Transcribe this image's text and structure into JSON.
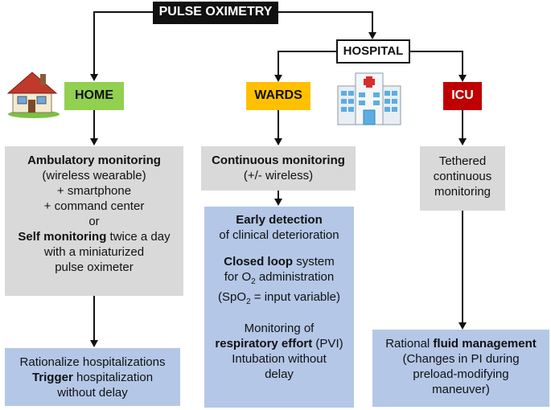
{
  "title": "PULSE OXIMETRY",
  "hospital": "HOSPITAL",
  "tags": {
    "home": {
      "label": "HOME",
      "color": "#92d050"
    },
    "wards": {
      "label": "WARDS",
      "color": "#ffc000"
    },
    "icu": {
      "label": "ICU",
      "color": "#c00000",
      "text_color": "#ffffff"
    }
  },
  "home_monitoring": {
    "l1_bold": "Ambulatory monitoring",
    "l2": "(wireless wearable)",
    "l3": "+ smartphone",
    "l4": "+ command center",
    "l5": "or",
    "l6_bold": "Self monitoring",
    "l6_rest": " twice a day",
    "l7": "with a miniaturized",
    "l8": "pulse oximeter"
  },
  "home_outcome": {
    "l1": "Rationalize hospitalizations",
    "l2_bold": "Trigger",
    "l2_rest": " hospitalization",
    "l3": "without delay"
  },
  "wards_monitoring": {
    "l1_bold": "Continuous monitoring",
    "l2": "(+/- wireless)"
  },
  "wards_outcome": {
    "l1_bold": "Early detection",
    "l2": "of clinical deterioration",
    "l3_bold": "Closed loop",
    "l3_rest": " system",
    "l4_a": "for O",
    "l4_sub": "2",
    "l4_b": " administration",
    "l5_a": "(SpO",
    "l5_sub": "2",
    "l5_b": " = input variable)",
    "l6": "Monitoring of",
    "l7_bold": "respiratory effort",
    "l7_rest": " (PVI)",
    "l8": "Intubation without",
    "l9": "delay"
  },
  "icu_monitoring": {
    "l1": "Tethered",
    "l2": "continuous",
    "l3": "monitoring"
  },
  "icu_outcome": {
    "l1_a": "Rational ",
    "l1_bold": "fluid management",
    "l2": "(Changes in PI during",
    "l3": "preload-modifying",
    "l4": "maneuver)"
  },
  "icons": {
    "house": "house-icon",
    "hospital": "hospital-building-icon"
  },
  "colors": {
    "gray_box": "#d9d9d9",
    "blue_box": "#b4c7e7"
  }
}
